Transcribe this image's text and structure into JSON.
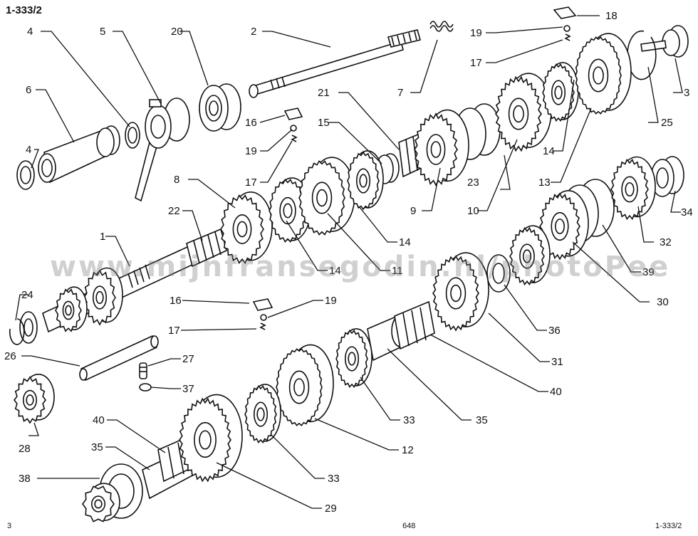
{
  "header": {
    "figure_code": "1-333/2"
  },
  "footer": {
    "left": "3",
    "center": "648",
    "right": "1-333/2"
  },
  "watermark": "www.mijnfransegodin.nl/photoPee",
  "colors": {
    "ink": "#111111",
    "paper": "#ffffff",
    "watermark": "#9a9a9a"
  },
  "callouts": [
    {
      "id": "c1",
      "text": "1"
    },
    {
      "id": "c2",
      "text": "2"
    },
    {
      "id": "c3",
      "text": "3"
    },
    {
      "id": "c4a",
      "text": "4"
    },
    {
      "id": "c4b",
      "text": "4"
    },
    {
      "id": "c5",
      "text": "5"
    },
    {
      "id": "c6",
      "text": "6"
    },
    {
      "id": "c7",
      "text": "7"
    },
    {
      "id": "c8",
      "text": "8"
    },
    {
      "id": "c9",
      "text": "9"
    },
    {
      "id": "c10",
      "text": "10"
    },
    {
      "id": "c11",
      "text": "11"
    },
    {
      "id": "c12",
      "text": "12"
    },
    {
      "id": "c13",
      "text": "13"
    },
    {
      "id": "c14a",
      "text": "14"
    },
    {
      "id": "c14b",
      "text": "14"
    },
    {
      "id": "c14c",
      "text": "14"
    },
    {
      "id": "c15",
      "text": "15"
    },
    {
      "id": "c16a",
      "text": "16"
    },
    {
      "id": "c16b",
      "text": "16"
    },
    {
      "id": "c17a",
      "text": "17"
    },
    {
      "id": "c17b",
      "text": "17"
    },
    {
      "id": "c17c",
      "text": "17"
    },
    {
      "id": "c18",
      "text": "18"
    },
    {
      "id": "c19a",
      "text": "19"
    },
    {
      "id": "c19b",
      "text": "19"
    },
    {
      "id": "c19c",
      "text": "19"
    },
    {
      "id": "c20",
      "text": "20"
    },
    {
      "id": "c21",
      "text": "21"
    },
    {
      "id": "c22",
      "text": "22"
    },
    {
      "id": "c23",
      "text": "23"
    },
    {
      "id": "c24",
      "text": "24"
    },
    {
      "id": "c25",
      "text": "25"
    },
    {
      "id": "c26",
      "text": "26"
    },
    {
      "id": "c27",
      "text": "27"
    },
    {
      "id": "c28",
      "text": "28"
    },
    {
      "id": "c29",
      "text": "29"
    },
    {
      "id": "c30",
      "text": "30"
    },
    {
      "id": "c31",
      "text": "31"
    },
    {
      "id": "c32",
      "text": "32"
    },
    {
      "id": "c33a",
      "text": "33"
    },
    {
      "id": "c33b",
      "text": "33"
    },
    {
      "id": "c34",
      "text": "34"
    },
    {
      "id": "c35a",
      "text": "35"
    },
    {
      "id": "c35b",
      "text": "35"
    },
    {
      "id": "c36",
      "text": "36"
    },
    {
      "id": "c37",
      "text": "37"
    },
    {
      "id": "c38",
      "text": "38"
    },
    {
      "id": "c39",
      "text": "39"
    },
    {
      "id": "c40a",
      "text": "40"
    },
    {
      "id": "c40b",
      "text": "40"
    }
  ]
}
